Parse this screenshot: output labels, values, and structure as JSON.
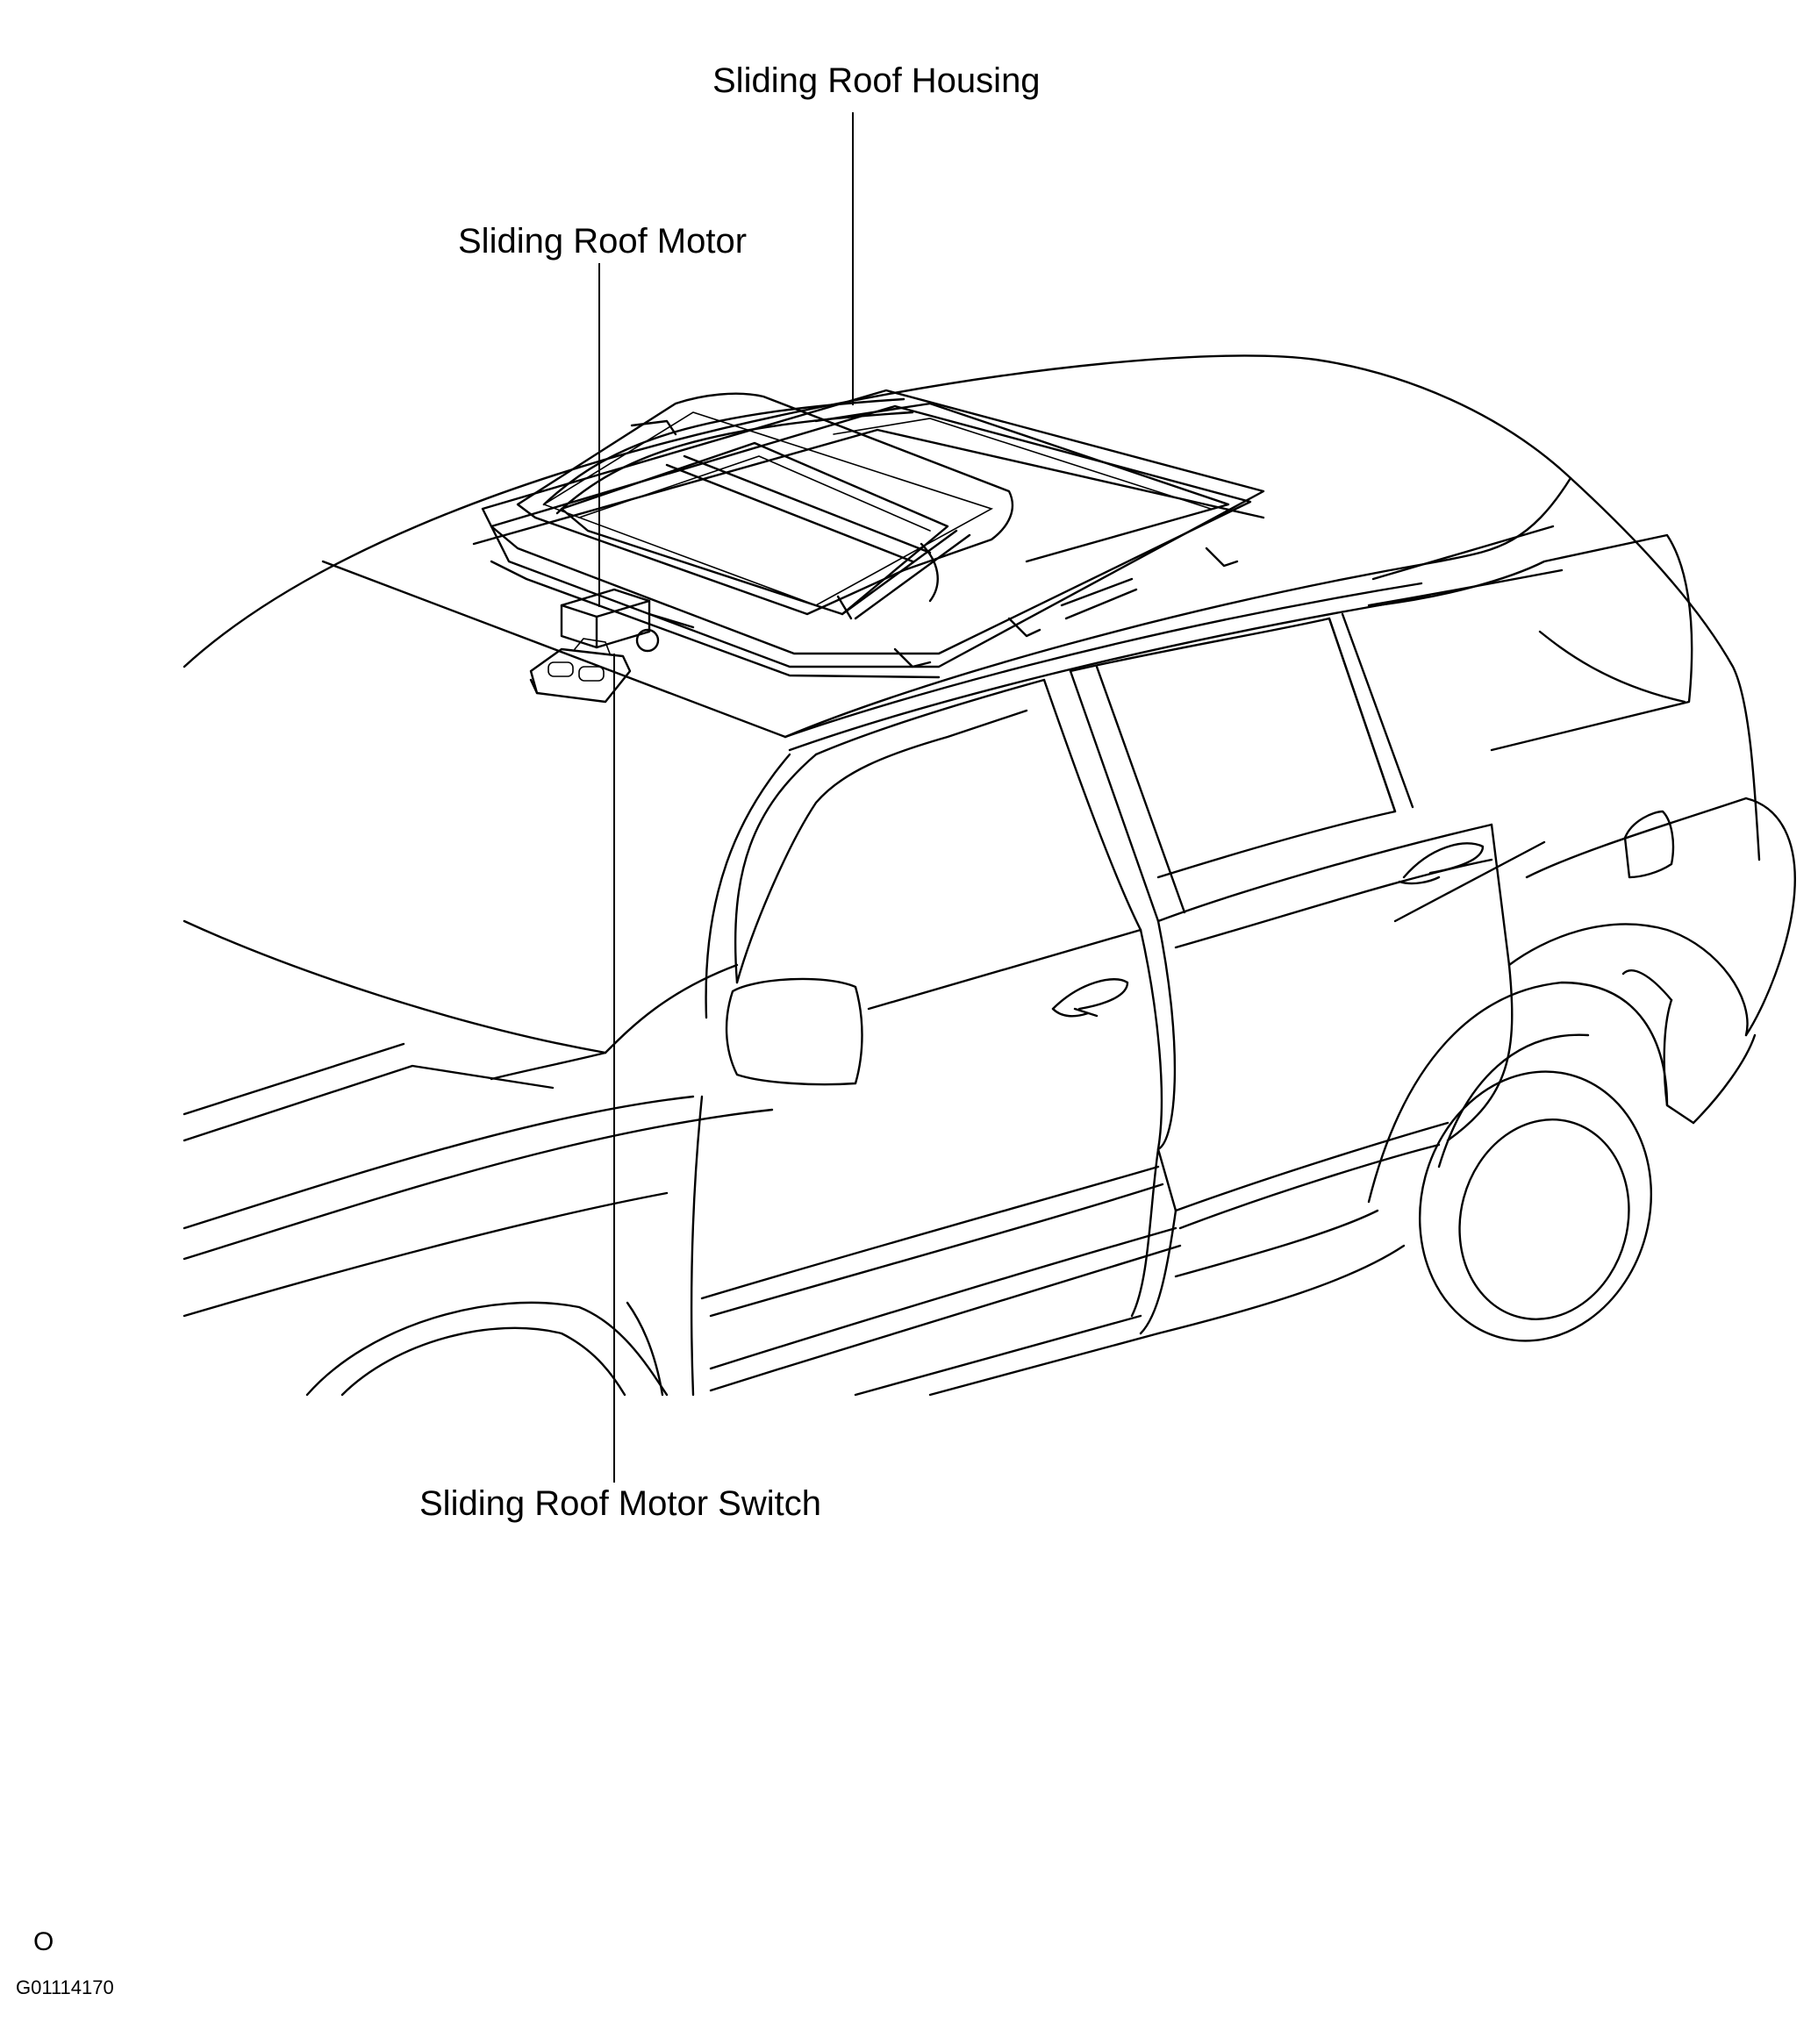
{
  "callouts": {
    "housing": "Sliding Roof Housing",
    "motor": "Sliding Roof Motor",
    "switch": "Sliding Roof Motor Switch"
  },
  "footer": {
    "mark": "O",
    "figure_id": "G01114170"
  },
  "colors": {
    "ink": "#000000",
    "paper": "#ffffff"
  }
}
